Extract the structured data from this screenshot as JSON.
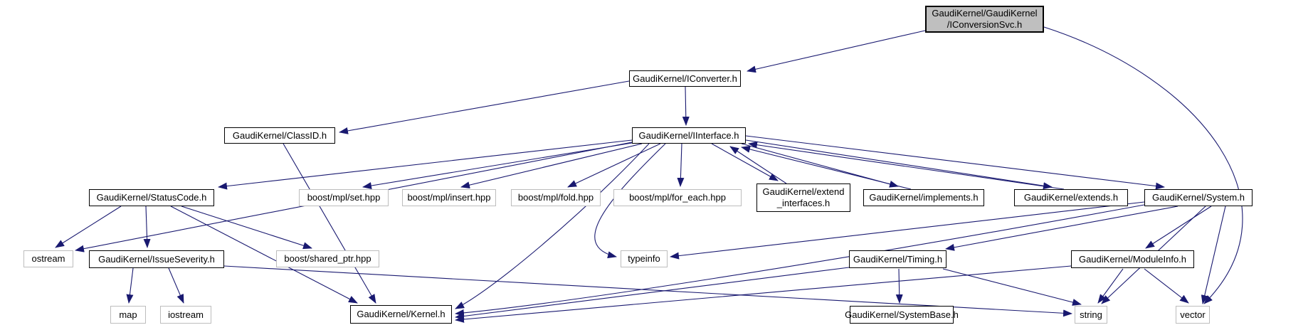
{
  "diagram": {
    "type": "include-dependency-graph",
    "edge_color": "#191970",
    "root_fill": "#bfbfbf",
    "project_border": "#000000",
    "system_border": "#bdbdbd",
    "nodes": {
      "iconversionsvc": {
        "label": "GaudiKernel/GaudiKernel\n/IConversionSvc.h",
        "kind": "root"
      },
      "iconverter": {
        "label": "GaudiKernel/IConverter.h",
        "kind": "project"
      },
      "classid": {
        "label": "GaudiKernel/ClassID.h",
        "kind": "project"
      },
      "iinterface": {
        "label": "GaudiKernel/IInterface.h",
        "kind": "project"
      },
      "statuscode": {
        "label": "GaudiKernel/StatusCode.h",
        "kind": "project"
      },
      "mplset": {
        "label": "boost/mpl/set.hpp",
        "kind": "system"
      },
      "mplinsert": {
        "label": "boost/mpl/insert.hpp",
        "kind": "system"
      },
      "mplfold": {
        "label": "boost/mpl/fold.hpp",
        "kind": "system"
      },
      "mplforeach": {
        "label": "boost/mpl/for_each.hpp",
        "kind": "system"
      },
      "extendif": {
        "label": "GaudiKernel/extend\n_interfaces.h",
        "kind": "project"
      },
      "implements": {
        "label": "GaudiKernel/implements.h",
        "kind": "project"
      },
      "extends": {
        "label": "GaudiKernel/extends.h",
        "kind": "project"
      },
      "system": {
        "label": "GaudiKernel/System.h",
        "kind": "project"
      },
      "ostream": {
        "label": "ostream",
        "kind": "system"
      },
      "issueseverity": {
        "label": "GaudiKernel/IssueSeverity.h",
        "kind": "project"
      },
      "sharedptr": {
        "label": "boost/shared_ptr.hpp",
        "kind": "system"
      },
      "typeinfo": {
        "label": "typeinfo",
        "kind": "system"
      },
      "timing": {
        "label": "GaudiKernel/Timing.h",
        "kind": "project"
      },
      "moduleinfo": {
        "label": "GaudiKernel/ModuleInfo.h",
        "kind": "project"
      },
      "map": {
        "label": "map",
        "kind": "system"
      },
      "iostream": {
        "label": "iostream",
        "kind": "system"
      },
      "kernel": {
        "label": "GaudiKernel/Kernel.h",
        "kind": "project"
      },
      "systembase": {
        "label": "GaudiKernel/SystemBase.h",
        "kind": "project"
      },
      "string": {
        "label": "string",
        "kind": "system"
      },
      "vector": {
        "label": "vector",
        "kind": "system"
      }
    },
    "edges": [
      {
        "from": "iconversionsvc",
        "to": "iconverter"
      },
      {
        "from": "iconversionsvc",
        "to": "vector"
      },
      {
        "from": "iconverter",
        "to": "classid"
      },
      {
        "from": "iconverter",
        "to": "iinterface"
      },
      {
        "from": "iinterface",
        "to": "statuscode"
      },
      {
        "from": "iinterface",
        "to": "mplset"
      },
      {
        "from": "iinterface",
        "to": "mplinsert"
      },
      {
        "from": "iinterface",
        "to": "mplfold"
      },
      {
        "from": "iinterface",
        "to": "mplforeach"
      },
      {
        "from": "iinterface",
        "to": "extendif"
      },
      {
        "from": "iinterface",
        "to": "implements"
      },
      {
        "from": "iinterface",
        "to": "extends"
      },
      {
        "from": "iinterface",
        "to": "system"
      },
      {
        "from": "extendif",
        "to": "iinterface"
      },
      {
        "from": "implements",
        "to": "iinterface"
      },
      {
        "from": "extends",
        "to": "iinterface"
      },
      {
        "from": "iinterface",
        "to": "typeinfo"
      },
      {
        "from": "iinterface",
        "to": "ostream"
      },
      {
        "from": "iinterface",
        "to": "kernel"
      },
      {
        "from": "classid",
        "to": "kernel"
      },
      {
        "from": "statuscode",
        "to": "ostream"
      },
      {
        "from": "statuscode",
        "to": "issueseverity"
      },
      {
        "from": "statuscode",
        "to": "sharedptr"
      },
      {
        "from": "statuscode",
        "to": "kernel"
      },
      {
        "from": "issueseverity",
        "to": "map"
      },
      {
        "from": "issueseverity",
        "to": "iostream"
      },
      {
        "from": "issueseverity",
        "to": "string"
      },
      {
        "from": "system",
        "to": "typeinfo"
      },
      {
        "from": "system",
        "to": "timing"
      },
      {
        "from": "system",
        "to": "moduleinfo"
      },
      {
        "from": "system",
        "to": "string"
      },
      {
        "from": "system",
        "to": "vector"
      },
      {
        "from": "system",
        "to": "kernel"
      },
      {
        "from": "timing",
        "to": "kernel"
      },
      {
        "from": "timing",
        "to": "systembase"
      },
      {
        "from": "timing",
        "to": "string"
      },
      {
        "from": "moduleinfo",
        "to": "kernel"
      },
      {
        "from": "moduleinfo",
        "to": "string"
      },
      {
        "from": "moduleinfo",
        "to": "vector"
      }
    ]
  }
}
